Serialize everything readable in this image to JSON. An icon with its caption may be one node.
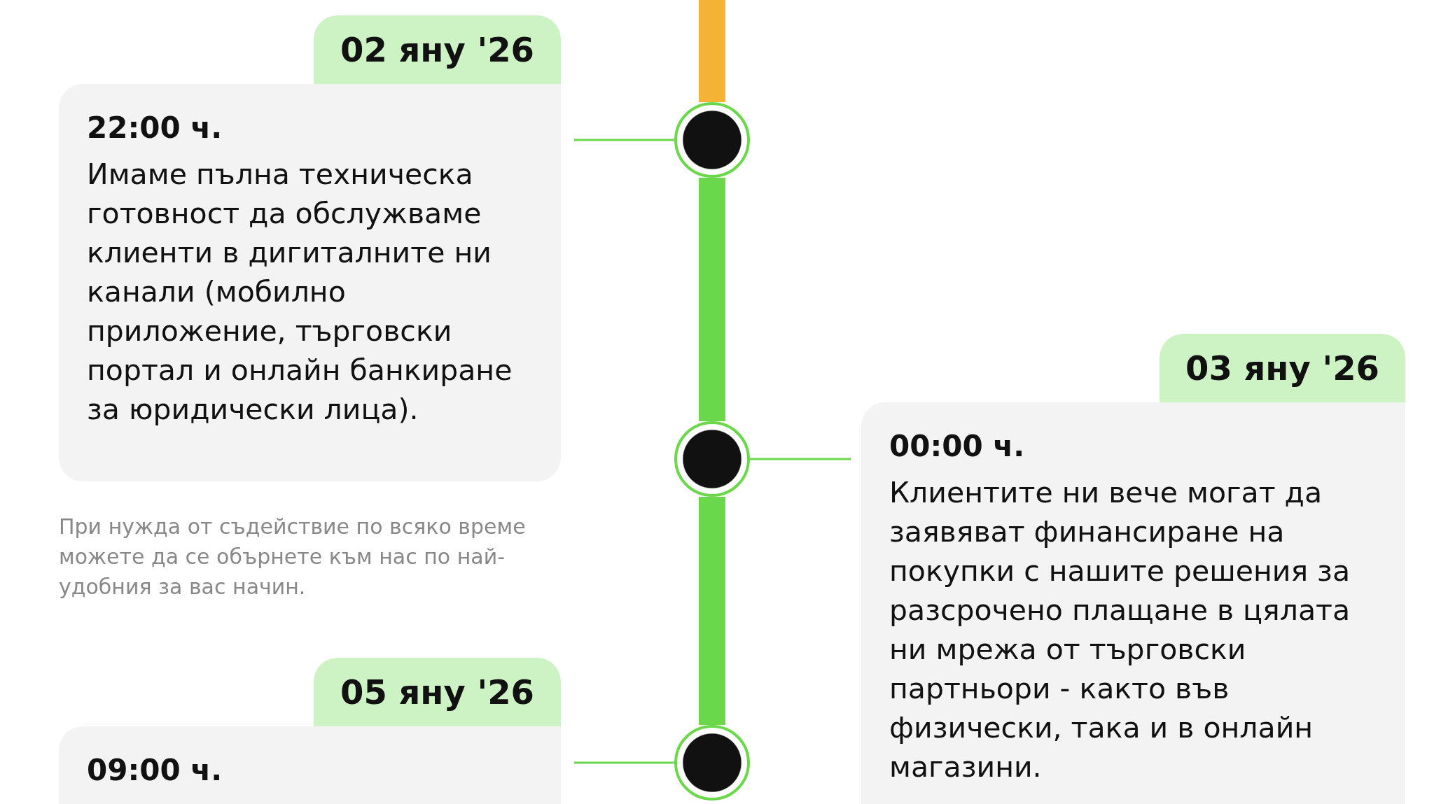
{
  "diagram": {
    "nodes": [
      {
        "text": [
          "02 яну '26"
        ]
      },
      {
        "text": [
          "22:00 ч.",
          "Имаме пълна техническа готовност да обслужваме клиенти в дигиталните ни канали (мобилно приложение, търговски портал и онлайн банкиране за юридически лица)."
        ]
      },
      {
        "text": [],
        "shape": "circle"
      },
      {
        "text": [
          "03 яну '26"
        ]
      },
      {
        "text": [
          "00:00 ч.",
          "Клиентите ни вече могат да заявяват финансиране на покупки с нашите решения за разсрочено плащане в цялата ни мрежа от търговски партньори - както във физически, така и в онлайн магазини."
        ]
      },
      {
        "text": [],
        "shape": "circle"
      },
      {
        "text": [
          "05 яну '26"
        ]
      },
      {
        "text": [
          "09:00 ч."
        ]
      },
      {
        "text": [],
        "shape": "circle"
      }
    ],
    "edges": [
      {
        "from": null,
        "to": 2,
        "arrow": "none",
        "style": "thick",
        "color": "#f5b335"
      },
      {
        "from": 2,
        "to": 5,
        "arrow": "none",
        "style": "thick"
      },
      {
        "from": 5,
        "to": 8,
        "arrow": "none",
        "style": "thick"
      },
      {
        "from": 1,
        "to": 2,
        "arrow": "none"
      },
      {
        "from": 5,
        "to": 4,
        "arrow": "none"
      },
      {
        "from": 7,
        "to": 8,
        "arrow": "none"
      }
    ],
    "labels": [
      "При нужда от съдействие по всяко време можете да се обърнете към нас по най-удобния за вас начин."
    ]
  }
}
